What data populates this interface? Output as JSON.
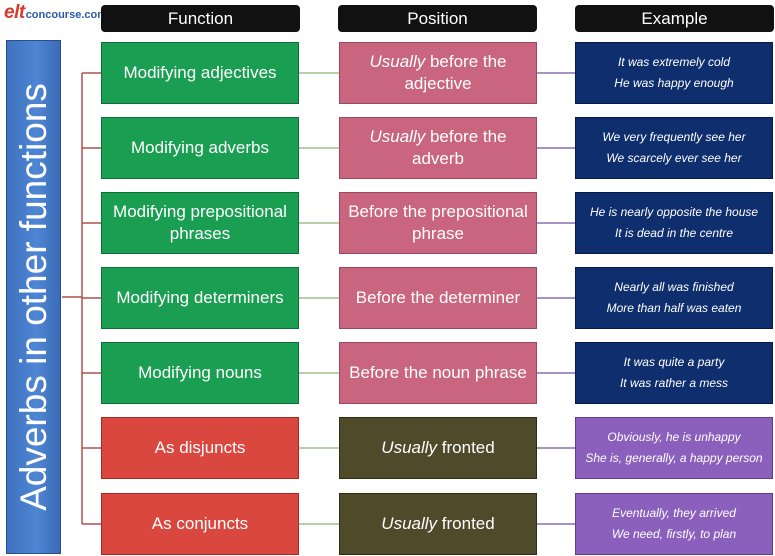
{
  "logo": {
    "elt": "elt",
    "rest": "concourse.com"
  },
  "headers": {
    "function": "Function",
    "position": "Position",
    "example": "Example"
  },
  "side_title": "Adverbs in other functions",
  "rows": [
    {
      "function": "Modifying adjectives",
      "pos_em": "Usually",
      "pos_rest": " before the adjective",
      "ex1": "It was extremely cold",
      "ex2": "He was happy enough"
    },
    {
      "function": "Modifying adverbs",
      "pos_em": "Usually",
      "pos_rest": " before the adverb",
      "ex1": "We very frequently see her",
      "ex2": "We scarcely ever see her"
    },
    {
      "function": "Modifying prepositional phrases",
      "pos_em": "",
      "pos_rest": "Before the prepositional phrase",
      "ex1": "He is nearly opposite the house",
      "ex2": "It is dead in the centre"
    },
    {
      "function": "Modifying determiners",
      "pos_em": "",
      "pos_rest": "Before the determiner",
      "ex1": "Nearly all was finished",
      "ex2": "More than half was eaten"
    },
    {
      "function": "Modifying nouns",
      "pos_em": "",
      "pos_rest": "Before the noun phrase",
      "ex1": "It was quite a party",
      "ex2": "It was rather a mess"
    },
    {
      "function": "As disjuncts",
      "pos_em": "Usually",
      "pos_rest": " fronted",
      "ex1": "Obviously, he is unhappy",
      "ex2": "She is, generally, a happy person"
    },
    {
      "function": "As conjuncts",
      "pos_em": "Usually",
      "pos_rest": " fronted",
      "ex1": "Eventually, they arrived",
      "ex2": "We need, firstly, to plan"
    }
  ],
  "colors": {
    "function_green": "#1a9e52",
    "function_red": "#d9473f",
    "position_pink": "#c9657e",
    "position_olive": "#4e4a2a",
    "example_navy": "#0f2e6e",
    "example_purple": "#8b60bd",
    "title_blue": "#4f86d4"
  }
}
